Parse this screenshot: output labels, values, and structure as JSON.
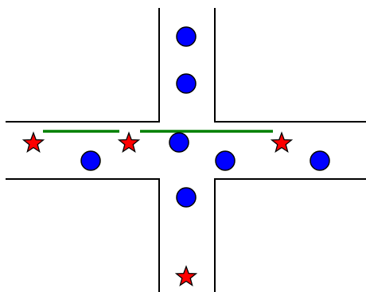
{
  "colors": {
    "background": "#ffffff",
    "road_edge": "#000000",
    "circle_fill": "#0000ff",
    "star_fill": "#ff0000",
    "barrier": "#008000"
  },
  "icons": {
    "circle": "blue-circle-icon",
    "star": "red-star-icon"
  },
  "counts": {
    "circles": 7,
    "stars": 4,
    "barriers": 2
  }
}
